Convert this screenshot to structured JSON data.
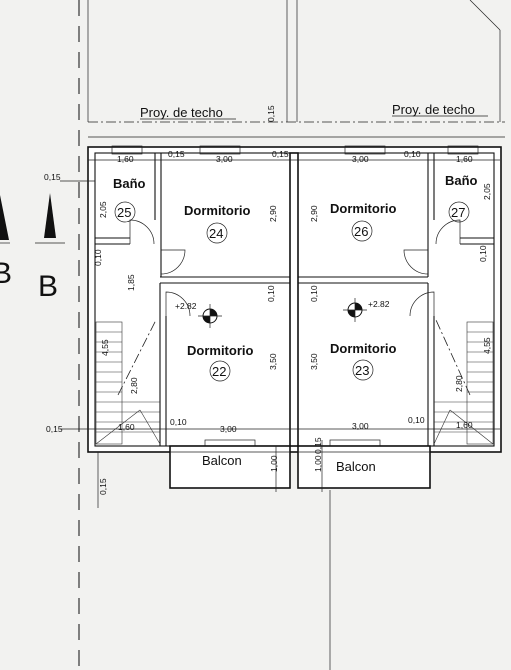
{
  "labels": {
    "roof_projection_left": "Proy. de techo",
    "roof_projection_right": "Proy. de techo",
    "section_left": "B",
    "section_right": "B",
    "balcony_left": "Balcon",
    "balcony_right": "Balcon"
  },
  "rooms": [
    {
      "name": "Baño",
      "number": "25"
    },
    {
      "name": "Dormitorio",
      "number": "24"
    },
    {
      "name": "Dormitorio",
      "number": "26"
    },
    {
      "name": "Baño",
      "number": "27"
    },
    {
      "name": "Dormitorio",
      "number": "22"
    },
    {
      "name": "Dormitorio",
      "number": "23"
    }
  ],
  "levels": {
    "left": "+2.82",
    "right": "+2.82"
  },
  "dimensions": {
    "top_left_160": "1,60",
    "top_015_a": "0,15",
    "top_300_a": "3,00",
    "top_015_b": "0,15",
    "top_300_b": "3,00",
    "top_010": "0,10",
    "top_right_160": "1,60",
    "side_015_top": "0,15",
    "vert_015_center": "0,15",
    "bath_left_205": "2,05",
    "bath_right_205": "2,05",
    "bath_left_010": "0,10",
    "bath_right_010": "0,10",
    "left_185": "1,85",
    "dorm24_290": "2,90",
    "dorm26_290": "2,90",
    "center_010_a": "0,10",
    "center_010_b": "0,10",
    "stair_left_455": "4,55",
    "stair_right_455": "4,55",
    "stair_left_280": "2,80",
    "stair_right_280": "2,80",
    "dorm22_350": "3,50",
    "dorm23_350": "3,50",
    "bottom_015_left": "0,15",
    "bottom_010_a": "0,10",
    "bottom_300_a": "3,00",
    "bottom_300_b": "3,00",
    "bottom_010_b": "0,10",
    "bottom_left_160": "1,60",
    "bottom_right_160": "1,60",
    "balcony_100_left": "1,00",
    "balcony_100_right": "1,00",
    "balcony_015": "0,15",
    "below_015": "0,15"
  }
}
